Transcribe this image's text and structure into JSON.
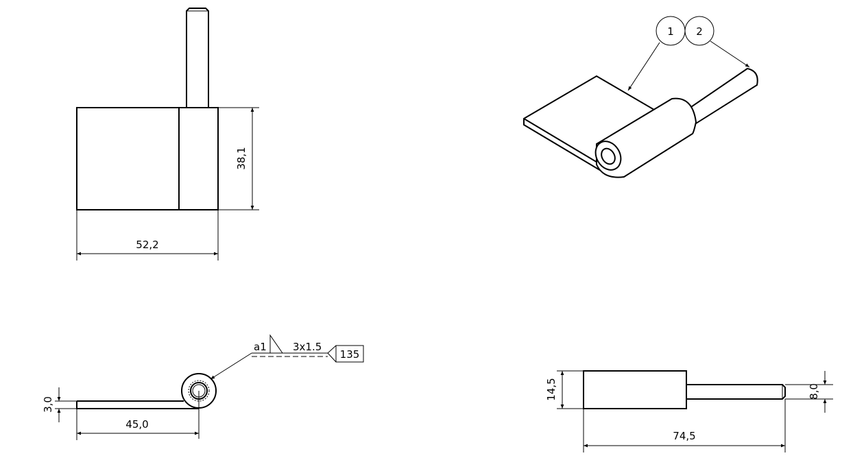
{
  "front_view": {
    "height_dim": "38,1",
    "width_dim": "52,2"
  },
  "side_view": {
    "thickness_dim": "3,0",
    "length_dim": "45,0"
  },
  "weld_symbol": {
    "throat": "a1",
    "spec": "3x1.5",
    "process": "135"
  },
  "top_view": {
    "barrel_dim": "14,5",
    "pin_dim": "8,0",
    "length_dim": "74,5"
  },
  "iso_view": {
    "balloons": [
      "1",
      "2"
    ]
  },
  "colors": {
    "line": "#000000",
    "background": "#ffffff"
  }
}
